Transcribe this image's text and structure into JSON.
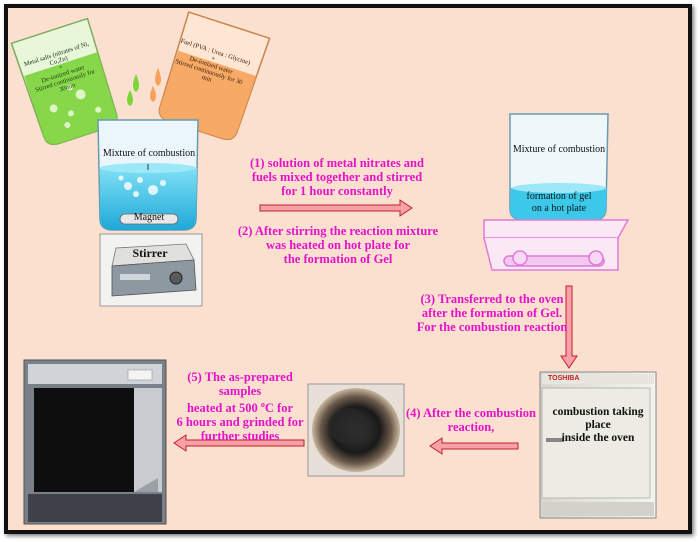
{
  "beakers": {
    "green_text": [
      "Metal salts (nitrates of Ni, Cu,Zn)",
      "+",
      "De-ionized water",
      "Stirred continuously for 30min"
    ],
    "orange_text": [
      "Fuel (PVA : Urea : Glycine)",
      "+",
      "De-ionized water",
      "Stirred continuously for 30 min"
    ],
    "mixture_label": "Mixture of combustion",
    "magnet_label": "Magnet",
    "stirrer_label": "Stirrer"
  },
  "hotplate": {
    "mixture_label": "Mixture of combustion",
    "gel_label_1": "formation of gel",
    "gel_label_2": "on a hot plate"
  },
  "steps": {
    "step1": [
      "(1) solution of metal nitrates and",
      "fuels mixed together and stirred",
      "for 1 hour constantly"
    ],
    "step2": [
      "(2) After stirring the reaction mixture",
      "was heated on hot plate for",
      "the formation of Gel"
    ],
    "step3": [
      "(3) Transferred to the oven",
      "after the formation of Gel.",
      "For the combustion reaction"
    ],
    "step4": [
      "(4) After the combustion",
      "reaction,"
    ],
    "step5": [
      "(5) The as-prepared samples",
      "heated at 500",
      "C for",
      "6 hours and grinded for",
      "further studies"
    ],
    "step5_sup": "o"
  },
  "oven": {
    "brand": "TOSHIBA",
    "label_1": "combustion taking place",
    "label_2": "inside the oven"
  },
  "colors": {
    "step_text": "#e612c7",
    "arrow_fill": "#f7a0a8",
    "arrow_stroke": "#c0202a",
    "background": "#fbe0d0",
    "beaker_blue": "#3cc8e8",
    "beaker_green": "#7cd43a",
    "beaker_orange": "#f6a25a",
    "hotplate_line": "#e07ad8"
  }
}
